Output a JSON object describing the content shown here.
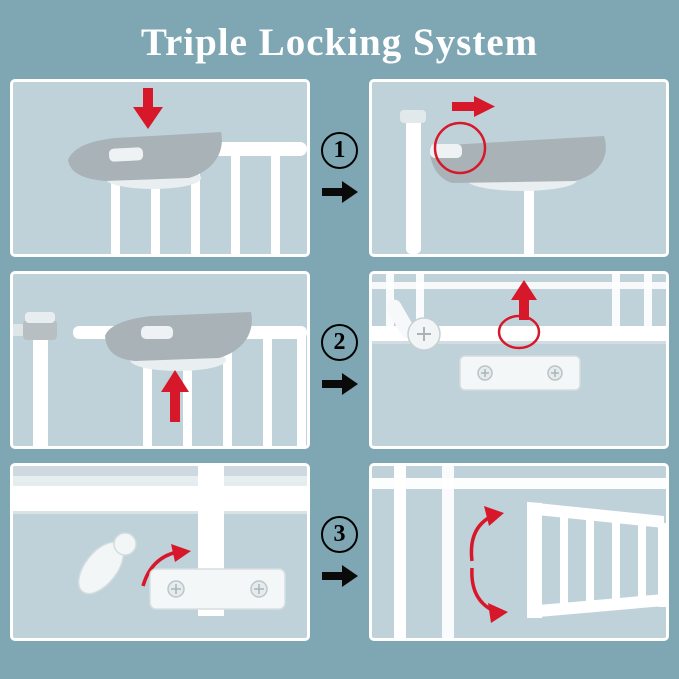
{
  "title": "Triple Locking System",
  "steps": [
    {
      "number": "1"
    },
    {
      "number": "2"
    },
    {
      "number": "3"
    }
  ],
  "icons": {
    "step_arrow": "black-right-arrow",
    "step1_left_arrow": "red-down-arrow",
    "step1_right_arrow": "red-right-arrow",
    "step2_left_arrow": "red-up-arrow",
    "step2_right_arrow": "red-up-arrow",
    "step3_left_arrow": "red-curved-arrow",
    "step3_right_arrows": "red-curved-arrows-up-and-down"
  },
  "colors": {
    "background": "#7ea6b3",
    "panel_background": "#bfd2da",
    "panel_border": "#ffffff",
    "accent_red": "#d7182a",
    "arrow_black": "#0a0a0a",
    "title_text": "#ffffff",
    "gate_white": "#ffffff",
    "handle_gray": "#a9b3b7"
  }
}
